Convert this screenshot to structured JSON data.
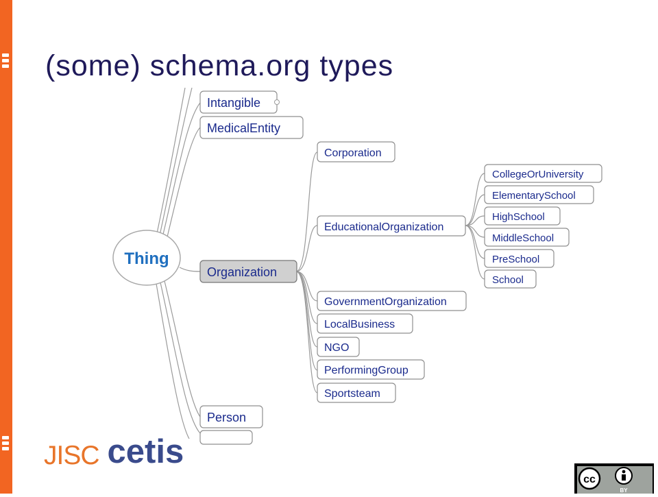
{
  "slide": {
    "title": "(some) schema.org types"
  },
  "mindmap": {
    "root": "Thing",
    "level1": [
      "Intangible",
      "MedicalEntity",
      "Organization",
      "Person"
    ],
    "selected": "Organization",
    "organization_children": [
      "Corporation",
      "EducationalOrganization",
      "GovernmentOrganization",
      "LocalBusiness",
      "NGO",
      "PerformingGroup",
      "Sportsteam"
    ],
    "educational_children": [
      "CollegeOrUniversity",
      "ElementarySchool",
      "HighSchool",
      "MiddleSchool",
      "PreSchool",
      "School"
    ]
  },
  "logo": {
    "left": "JISC",
    "right": "cetis"
  },
  "license": {
    "cc": "cc",
    "by": "BY"
  },
  "colors": {
    "accent": "#f26522",
    "title": "#1f1a5a",
    "node_text": "#1a2a8c",
    "logo_jisc": "#e8752a",
    "logo_cetis": "#3a4b8c"
  }
}
